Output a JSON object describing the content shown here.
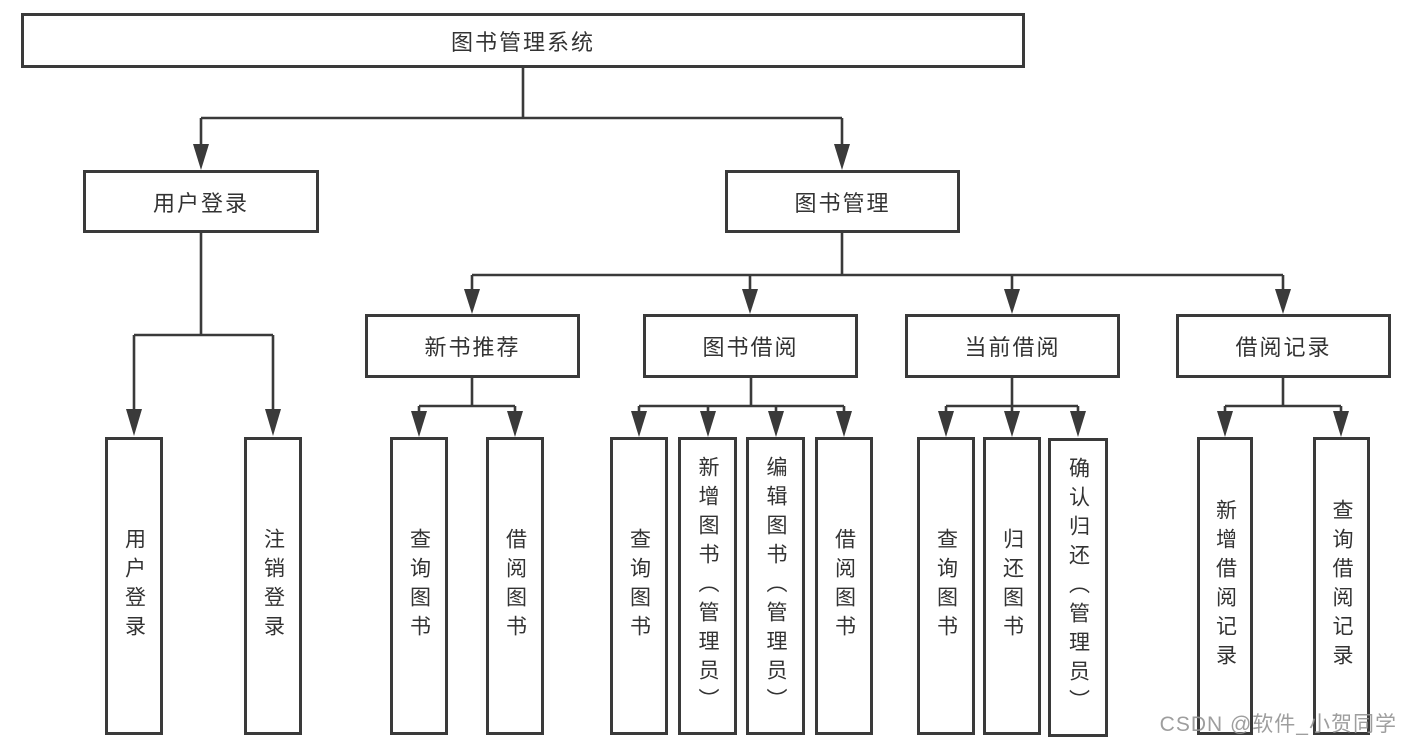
{
  "diagram": {
    "root": {
      "label": "图书管理系统",
      "children": [
        {
          "label": "用户登录",
          "children": [
            {
              "label": "用户登录"
            },
            {
              "label": "注销登录"
            }
          ]
        },
        {
          "label": "图书管理",
          "children": [
            {
              "label": "新书推荐",
              "children": [
                {
                  "label": "查询图书"
                },
                {
                  "label": "借阅图书"
                }
              ]
            },
            {
              "label": "图书借阅",
              "children": [
                {
                  "label": "查询图书"
                },
                {
                  "label": "新增图书（管理员）"
                },
                {
                  "label": "编辑图书（管理员）"
                },
                {
                  "label": "借阅图书"
                }
              ]
            },
            {
              "label": "当前借阅",
              "children": [
                {
                  "label": "查询图书"
                },
                {
                  "label": "归还图书"
                },
                {
                  "label": "确认归还（管理员）"
                }
              ]
            },
            {
              "label": "借阅记录",
              "children": [
                {
                  "label": "新增借阅记录"
                },
                {
                  "label": "查询借阅记录"
                }
              ]
            }
          ]
        }
      ]
    },
    "colors": {
      "line": "#3a3a3a",
      "text": "#333333",
      "box_background": "#ffffff"
    }
  },
  "watermark": {
    "text": "CSDN @软件_小贺同学"
  }
}
